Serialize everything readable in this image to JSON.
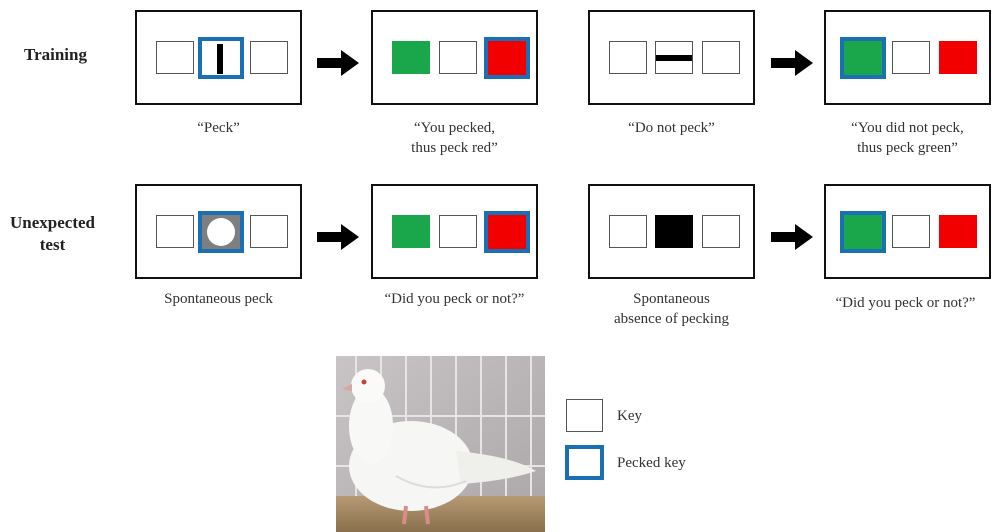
{
  "rows": {
    "training": "Training",
    "test_line1": "Unexpected",
    "test_line2": "test"
  },
  "captions": {
    "train_peck": "“Peck”",
    "train_reward_line1": "“You pecked,",
    "train_reward_line2": "thus peck red”",
    "train_nopeck": "“Do not peck”",
    "train_nopeck_reward_line1": "“You did not peck,",
    "train_nopeck_reward_line2": "thus peck green”",
    "test_spont": "Spontaneous peck",
    "test_question1": "“Did you peck or not?”",
    "test_absence_line1": "Spontaneous",
    "test_absence_line2": "absence of  pecking",
    "test_question2": "“Did you peck or not?”"
  },
  "legend": {
    "key": "Key",
    "pecked_key": "Pecked key"
  },
  "colors": {
    "green": "#1aa64a",
    "red": "#f20000",
    "pecked_border": "#1a6fb5",
    "black": "#000000",
    "gray_key": "#7f7f7f"
  }
}
